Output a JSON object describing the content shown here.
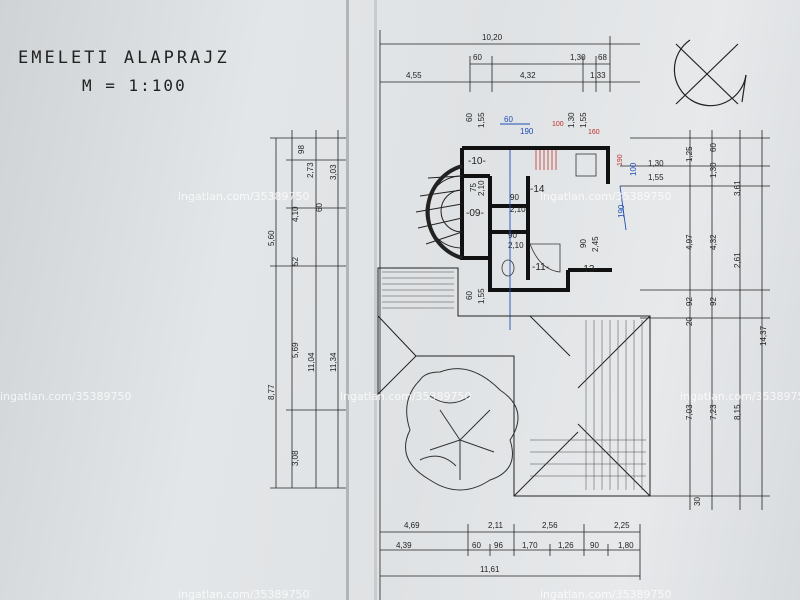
{
  "drawing": {
    "title": "EMELETI ALAPRAJZ",
    "scale": "M = 1:100"
  },
  "watermark": "ingatlan.com/35389750",
  "dimensions": {
    "top": {
      "overall": "10,20",
      "d60": "60",
      "d130": "1,30",
      "d68": "68",
      "d455": "4,55",
      "d432": "4,32",
      "d133": "1,33"
    },
    "bottom": {
      "d469": "4,69",
      "d211": "2,11",
      "d256": "2,56",
      "d225": "2,25",
      "d439": "4,39",
      "d60": "60",
      "d96": "96",
      "d170": "1,70",
      "d126": "1,26",
      "d90": "90",
      "d180": "1,80",
      "overall": "11,61"
    },
    "left": {
      "d98": "98",
      "d560": "5,60",
      "d273": "2,73",
      "d303": "3,03",
      "d410": "4,10",
      "d60": "60",
      "d52": "52",
      "d569": "5,69",
      "d1104": "11,04",
      "d1134": "11,34",
      "d877": "8,77",
      "d308": "3,08"
    },
    "right": {
      "d125": "1,25",
      "d60": "60",
      "d130": "1,30",
      "d361": "3,61",
      "d497": "4,97",
      "d432": "4,32",
      "d261": "2,61",
      "d20": "20",
      "d92a": "92",
      "d92b": "92",
      "d1437": "14,37",
      "d703": "7,03",
      "d723": "7,23",
      "d815": "8,15",
      "d30": "30"
    },
    "inner": {
      "v60a": "60",
      "v155a": "1,55",
      "v130": "1,30",
      "v155b": "1,55",
      "h130": "1,30",
      "h155": "1,55",
      "v75": "75",
      "v210": "2,10",
      "h90a": "90",
      "h210a": "2,10",
      "h90b": "90",
      "h210b": "2,10",
      "v90": "90",
      "v245": "2,45",
      "v60b": "60",
      "v155c": "1,55"
    },
    "blue": {
      "b60": "60",
      "b190a": "190",
      "b190b": "190",
      "b100": "100"
    },
    "red": {
      "r100": "100",
      "r160": "160",
      "r190": "190"
    }
  },
  "rooms": {
    "r09": "-09-",
    "r10": "-10-",
    "r11": "-11-",
    "r13": "-13-",
    "r14": "-14"
  }
}
